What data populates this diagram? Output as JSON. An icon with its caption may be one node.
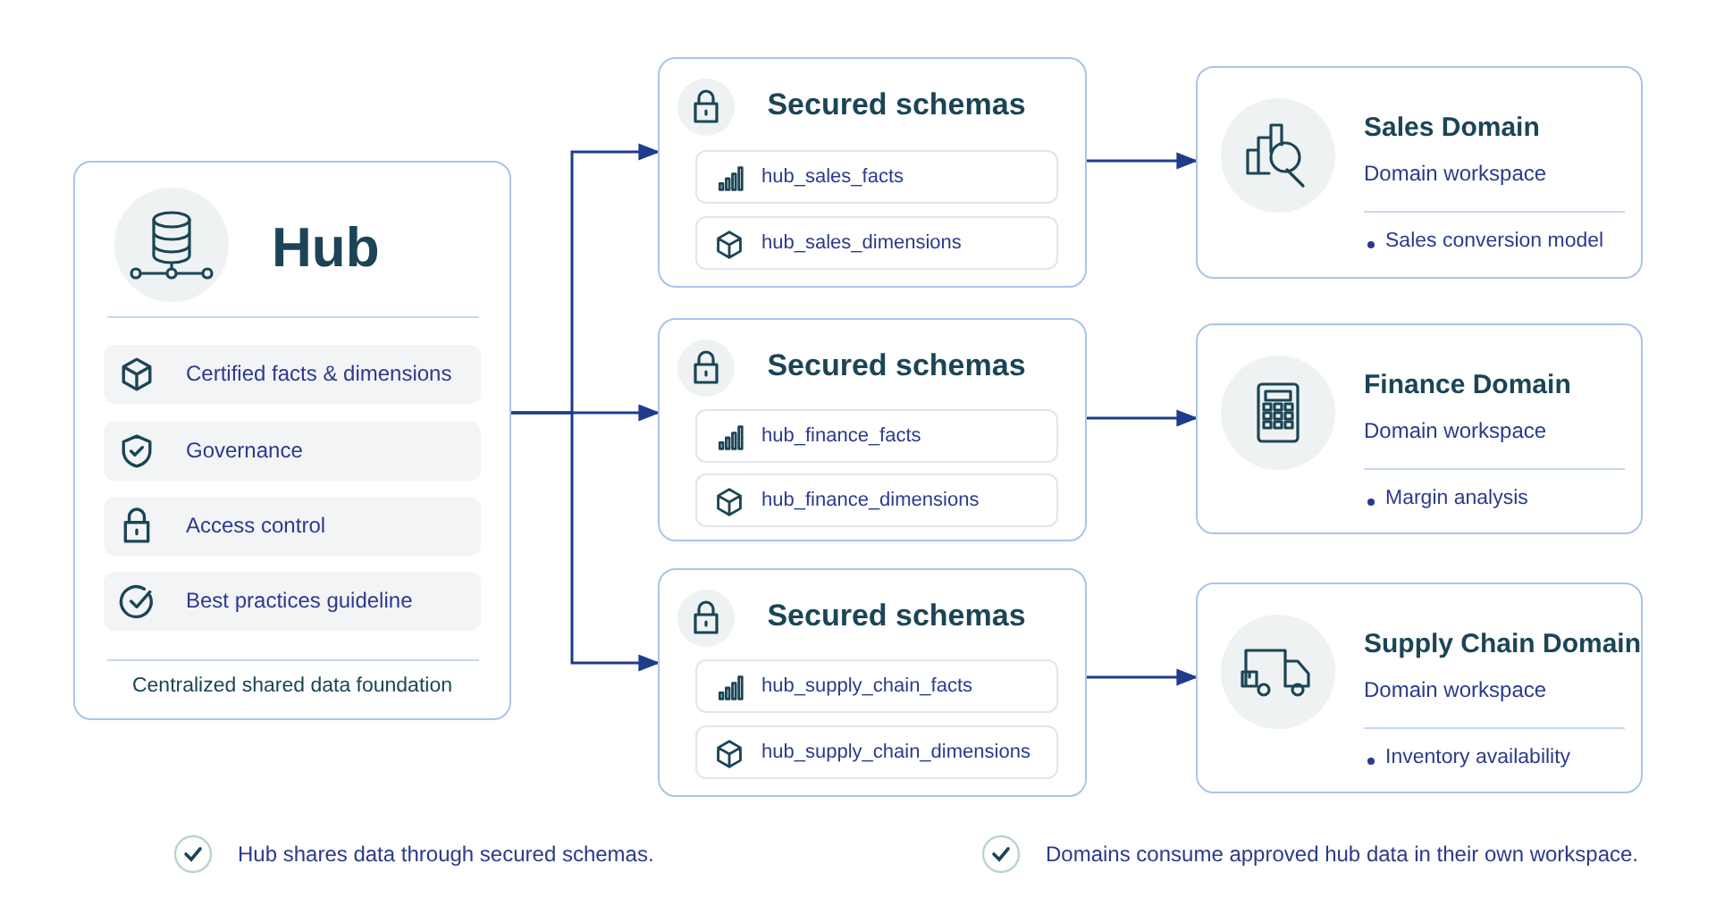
{
  "diagram": {
    "nodes": [
      {
        "text": [
          "Hub",
          "Centralized shared data foundation"
        ]
      },
      {
        "text": [
          "Certified facts & dimensions"
        ],
        "in": 0
      },
      {
        "text": [
          "Governance"
        ],
        "in": 0
      },
      {
        "text": [
          "Access control"
        ],
        "in": 0
      },
      {
        "text": [
          "Best practices guideline"
        ],
        "in": 0
      },
      {
        "text": [
          "Secured schemas"
        ]
      },
      {
        "text": [
          "hub_sales_facts"
        ],
        "in": 5
      },
      {
        "text": [
          "hub_sales_dimensions"
        ],
        "in": 5
      },
      {
        "text": [
          "Secured schemas"
        ]
      },
      {
        "text": [
          "hub_finance_facts"
        ],
        "in": 8
      },
      {
        "text": [
          "hub_finance_dimensions"
        ],
        "in": 8
      },
      {
        "text": [
          "Secured schemas"
        ]
      },
      {
        "text": [
          "hub_supply_chain_facts"
        ],
        "in": 11
      },
      {
        "text": [
          "hub_supply_chain_dimensions"
        ],
        "in": 11
      },
      {
        "text": [
          "Sales Domain",
          "Domain workspace",
          "Sales conversion model"
        ]
      },
      {
        "text": [
          "Finance Domain",
          "Domain workspace",
          "Margin analysis"
        ]
      },
      {
        "text": [
          "Supply Chain Domain",
          "Domain workspace",
          "Inventory availability"
        ]
      }
    ],
    "edges": [
      {
        "from": 0,
        "to": 5,
        "arrow": "to"
      },
      {
        "from": 0,
        "to": 8,
        "arrow": "to"
      },
      {
        "from": 0,
        "to": 11,
        "arrow": "to"
      },
      {
        "from": 5,
        "to": 14,
        "arrow": "to"
      },
      {
        "from": 8,
        "to": 15,
        "arrow": "to"
      },
      {
        "from": 11,
        "to": 16,
        "arrow": "to"
      }
    ],
    "labels": [
      "Hub shares data through secured schemas.",
      "Domains consume approved hub data in their own workspace."
    ]
  }
}
